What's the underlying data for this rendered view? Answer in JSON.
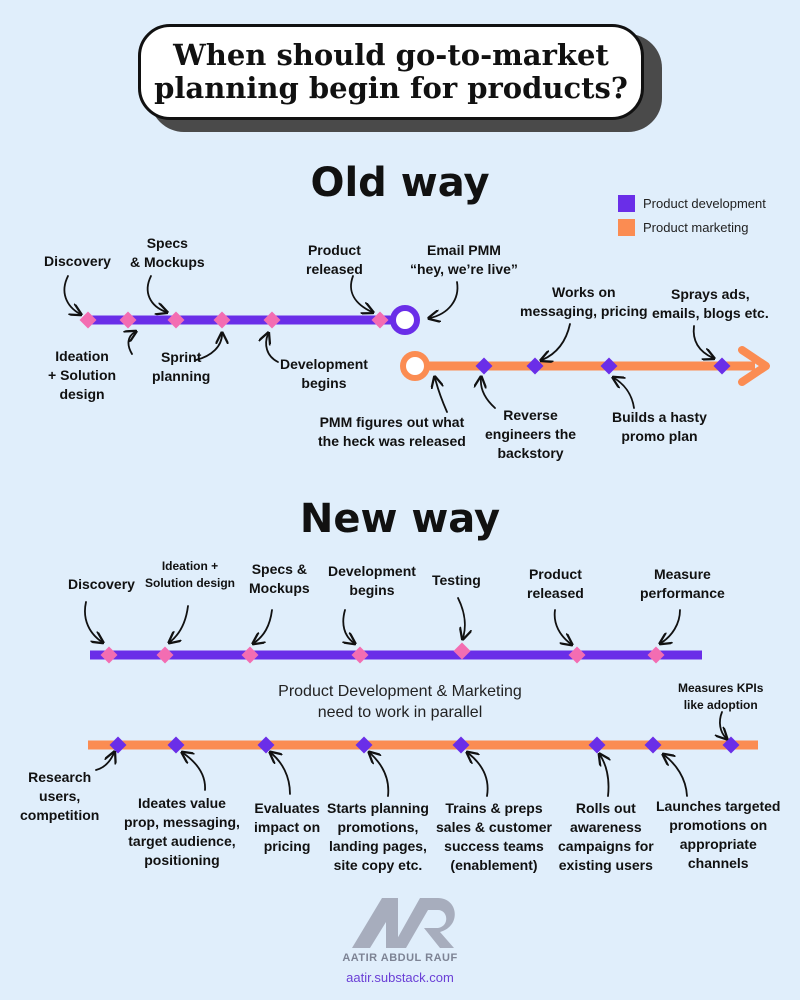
{
  "title": {
    "line1": "When should go-to-market",
    "line2": "planning begin for products?"
  },
  "colors": {
    "development": "#6a2ee8",
    "marketing": "#fb8c52",
    "diamond_pink": "#f36db2",
    "background": "#e0eefb"
  },
  "legend": [
    {
      "label": "Product development",
      "color": "#6a2ee8"
    },
    {
      "label": "Product marketing",
      "color": "#fb8c52"
    }
  ],
  "old_way": {
    "heading": "Old way",
    "development": [
      {
        "line1": "Discovery",
        "line2": ""
      },
      {
        "line1": "Ideation",
        "line2": "+ Solution",
        "line3": "design"
      },
      {
        "line1": "Specs",
        "line2": "& Mockups"
      },
      {
        "line1": "Sprint",
        "line2": "planning"
      },
      {
        "line1": "Development",
        "line2": "begins"
      },
      {
        "line1": "Product",
        "line2": "released"
      }
    ],
    "email_pmm": {
      "line1": "Email PMM",
      "line2": "“hey, we’re live”"
    },
    "marketing": [
      {
        "line1": "PMM figures out what",
        "line2": "the heck was released"
      },
      {
        "line1": "Reverse",
        "line2": "engineers the",
        "line3": "backstory"
      },
      {
        "line1": "Works on",
        "line2": "messaging, pricing"
      },
      {
        "line1": "Builds a hasty",
        "line2": "promo plan"
      },
      {
        "line1": "Sprays ads,",
        "line2": "emails, blogs etc."
      }
    ]
  },
  "new_way": {
    "heading": "New way",
    "development": [
      {
        "line1": "Discovery"
      },
      {
        "line1": "Ideation +",
        "line2": "Solution design"
      },
      {
        "line1": "Specs  &",
        "line2": "Mockups"
      },
      {
        "line1": "Development",
        "line2": "begins"
      },
      {
        "line1": "Testing"
      },
      {
        "line1": "Product",
        "line2": "released"
      },
      {
        "line1": "Measure",
        "line2": "performance"
      }
    ],
    "parallel_note": {
      "line1": "Product Development & Marketing",
      "line2": "need to work in parallel"
    },
    "marketing": [
      {
        "line1": "Research",
        "line2": "users,",
        "line3": "competition"
      },
      {
        "line1": "Ideates value",
        "line2": "prop, messaging,",
        "line3": "target audience,",
        "line4": "positioning"
      },
      {
        "line1": "Evaluates",
        "line2": "impact on",
        "line3": "pricing"
      },
      {
        "line1": "Starts planning",
        "line2": "promotions,",
        "line3": "landing pages,",
        "line4": "site copy etc."
      },
      {
        "line1": "Trains & preps",
        "line2": "sales & customer",
        "line3": "success teams",
        "line4": "(enablement)"
      },
      {
        "line1": "Rolls out",
        "line2": "awareness",
        "line3": "campaigns for",
        "line4": "existing users"
      },
      {
        "line1": "Launches targeted",
        "line2": "promotions on",
        "line3": "appropriate",
        "line4": "channels"
      },
      {
        "line1": "Measures KPIs",
        "line2": "like adoption"
      }
    ]
  },
  "brand": {
    "logo_text": "AAR",
    "name": "AATIR ABDUL RAUF",
    "url": "aatir.substack.com"
  }
}
